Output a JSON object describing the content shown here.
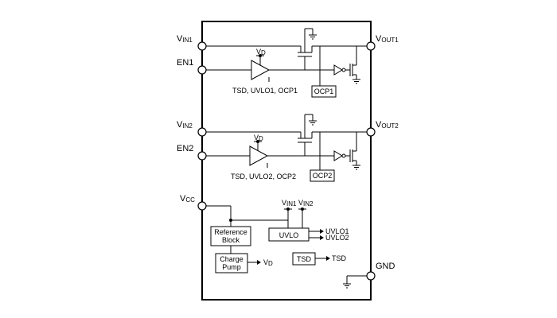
{
  "pins": {
    "vin1": {
      "main": "V",
      "sub": "IN1"
    },
    "en1": "EN1",
    "vout1": {
      "main": "V",
      "sub": "OUT1"
    },
    "vin2": {
      "main": "V",
      "sub": "IN2"
    },
    "en2": "EN2",
    "vout2": {
      "main": "V",
      "sub": "OUT2"
    },
    "vcc": {
      "main": "V",
      "sub": "CC"
    },
    "gnd": "GND"
  },
  "channel1": {
    "vd": {
      "main": "V",
      "sub": "D"
    },
    "protection": "TSD, UVLO1, OCP1",
    "ocp": "OCP1"
  },
  "channel2": {
    "vd": {
      "main": "V",
      "sub": "D"
    },
    "protection": "TSD, UVLO2, OCP2",
    "ocp": "OCP2"
  },
  "bottom": {
    "reference_line1": "Reference",
    "reference_line2": "Block",
    "charge_line1": "Charge",
    "charge_line2": "Pump",
    "charge_out": {
      "main": "V",
      "sub": "D"
    },
    "uvlo": "UVLO",
    "uvlo_in1": {
      "main": "V",
      "sub": "IN1"
    },
    "uvlo_in2": {
      "main": "V",
      "sub": "IN2"
    },
    "uvlo_out1": "UVLO1",
    "uvlo_out2": "UVLO2",
    "tsd": "TSD",
    "tsd_out": "TSD"
  }
}
